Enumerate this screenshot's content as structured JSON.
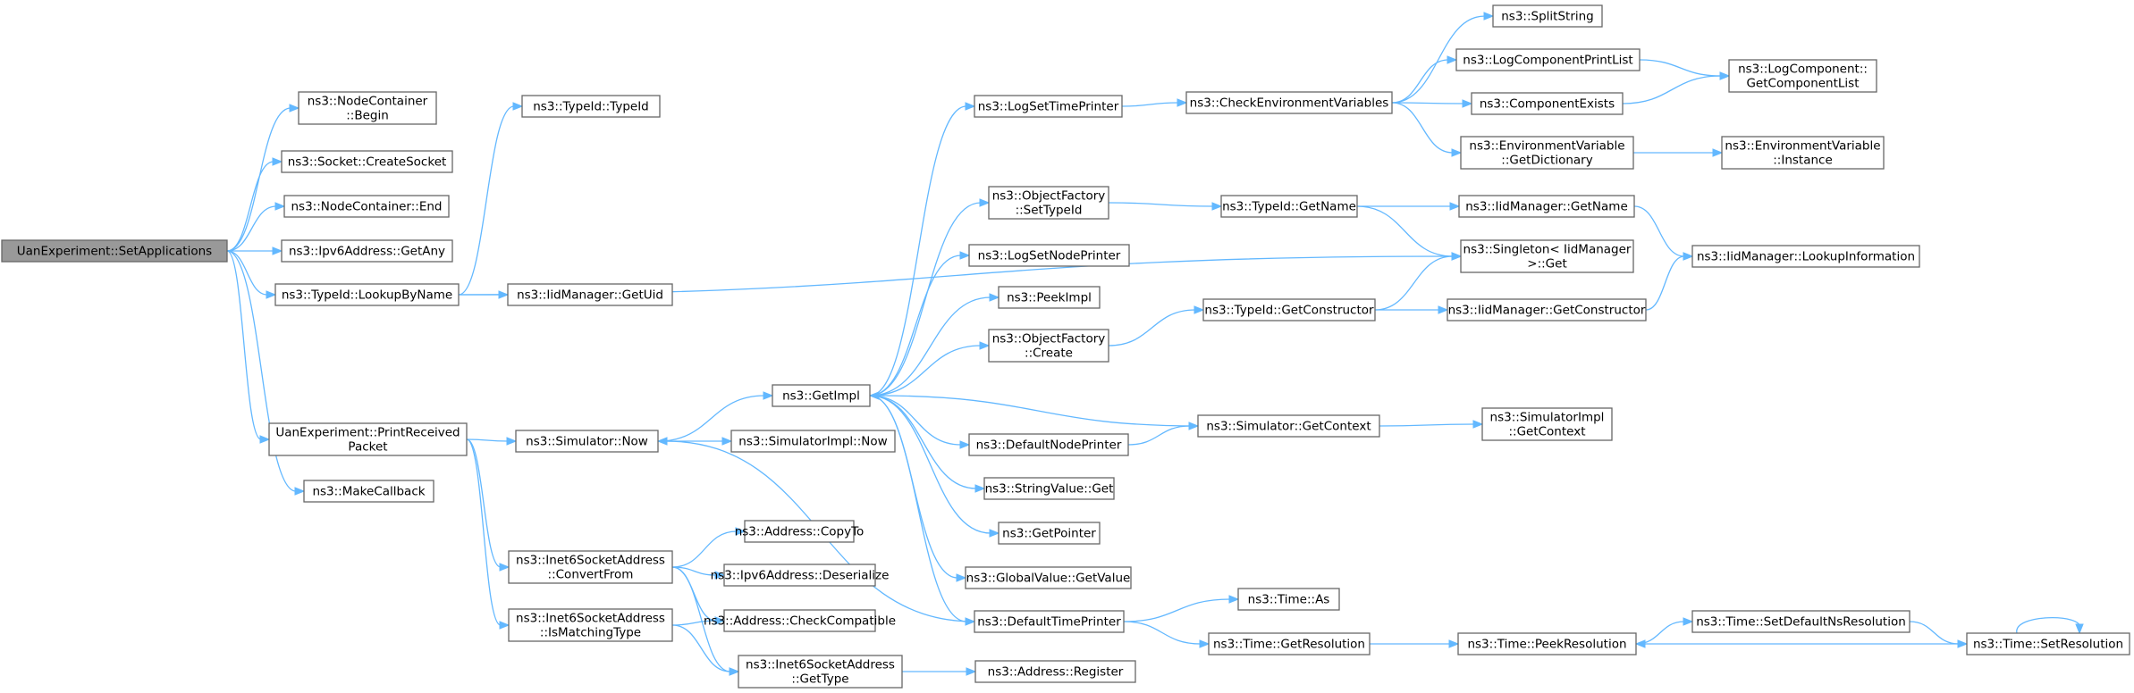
{
  "diagram": {
    "type": "call-graph",
    "colors": {
      "edge": "#63b8ff",
      "node_border": "#666666",
      "root_fill": "#999999",
      "node_fill": "#ffffff"
    },
    "nodes": [
      {
        "id": "root",
        "lines": [
          "UanExperiment::SetApplications"
        ]
      },
      {
        "id": "ncbegin",
        "lines": [
          "ns3::NodeContainer",
          "::Begin"
        ]
      },
      {
        "id": "createsocket",
        "lines": [
          "ns3::Socket::CreateSocket"
        ]
      },
      {
        "id": "ncend",
        "lines": [
          "ns3::NodeContainer::End"
        ]
      },
      {
        "id": "ipv6any",
        "lines": [
          "ns3::Ipv6Address::GetAny"
        ]
      },
      {
        "id": "lookupbyname",
        "lines": [
          "ns3::TypeId::LookupByName"
        ]
      },
      {
        "id": "typeidctor",
        "lines": [
          "ns3::TypeId::TypeId"
        ]
      },
      {
        "id": "getuid",
        "lines": [
          "ns3::IidManager::GetUid"
        ]
      },
      {
        "id": "printreceived",
        "lines": [
          "UanExperiment::PrintReceived",
          "Packet"
        ]
      },
      {
        "id": "makecallback",
        "lines": [
          "ns3::MakeCallback"
        ]
      },
      {
        "id": "simnow",
        "lines": [
          "ns3::Simulator::Now"
        ]
      },
      {
        "id": "simimplnow",
        "lines": [
          "ns3::SimulatorImpl::Now"
        ]
      },
      {
        "id": "getimpl",
        "lines": [
          "ns3::GetImpl"
        ]
      },
      {
        "id": "convertfrom",
        "lines": [
          "ns3::Inet6SocketAddress",
          "::ConvertFrom"
        ]
      },
      {
        "id": "ismatching",
        "lines": [
          "ns3::Inet6SocketAddress",
          "::IsMatchingType"
        ]
      },
      {
        "id": "copyto",
        "lines": [
          "ns3::Address::CopyTo"
        ]
      },
      {
        "id": "deserialize",
        "lines": [
          "ns3::Ipv6Address::Deserialize"
        ]
      },
      {
        "id": "checkcompat",
        "lines": [
          "ns3::Address::CheckCompatible"
        ]
      },
      {
        "id": "gettype",
        "lines": [
          "ns3::Inet6SocketAddress",
          "::GetType"
        ]
      },
      {
        "id": "register",
        "lines": [
          "ns3::Address::Register"
        ]
      },
      {
        "id": "logsettimeprinter",
        "lines": [
          "ns3::LogSetTimePrinter"
        ]
      },
      {
        "id": "ofsettypeid",
        "lines": [
          "ns3::ObjectFactory",
          "::SetTypeId"
        ]
      },
      {
        "id": "logsetnodeprinter",
        "lines": [
          "ns3::LogSetNodePrinter"
        ]
      },
      {
        "id": "peekimpl",
        "lines": [
          "ns3::PeekImpl"
        ]
      },
      {
        "id": "ofcreate",
        "lines": [
          "ns3::ObjectFactory",
          "::Create"
        ]
      },
      {
        "id": "defaultnodeprinter",
        "lines": [
          "ns3::DefaultNodePrinter"
        ]
      },
      {
        "id": "stringvalueget",
        "lines": [
          "ns3::StringValue::Get"
        ]
      },
      {
        "id": "getpointer",
        "lines": [
          "ns3::GetPointer"
        ]
      },
      {
        "id": "globalvalueget",
        "lines": [
          "ns3::GlobalValue::GetValue"
        ]
      },
      {
        "id": "defaulttimeprinter",
        "lines": [
          "ns3::DefaultTimePrinter"
        ]
      },
      {
        "id": "checkenv",
        "lines": [
          "ns3::CheckEnvironmentVariables"
        ]
      },
      {
        "id": "typeidgetname",
        "lines": [
          "ns3::TypeId::GetName"
        ]
      },
      {
        "id": "typeidgetctor",
        "lines": [
          "ns3::TypeId::GetConstructor"
        ]
      },
      {
        "id": "simgetcontext",
        "lines": [
          "ns3::Simulator::GetContext"
        ]
      },
      {
        "id": "timeas",
        "lines": [
          "ns3::Time::As"
        ]
      },
      {
        "id": "timegetres",
        "lines": [
          "ns3::Time::GetResolution"
        ]
      },
      {
        "id": "splitstring",
        "lines": [
          "ns3::SplitString"
        ]
      },
      {
        "id": "logcompprintlist",
        "lines": [
          "ns3::LogComponentPrintList"
        ]
      },
      {
        "id": "componentexists",
        "lines": [
          "ns3::ComponentExists"
        ]
      },
      {
        "id": "envgetdict",
        "lines": [
          "ns3::EnvironmentVariable",
          "::GetDictionary"
        ]
      },
      {
        "id": "iidgetname",
        "lines": [
          "ns3::IidManager::GetName"
        ]
      },
      {
        "id": "singletonget",
        "lines": [
          "ns3::Singleton< IidManager",
          ">::Get"
        ]
      },
      {
        "id": "iidgetctor",
        "lines": [
          "ns3::IidManager::GetConstructor"
        ]
      },
      {
        "id": "simimplgetcontext",
        "lines": [
          "ns3::SimulatorImpl",
          "::GetContext"
        ]
      },
      {
        "id": "peekresolution",
        "lines": [
          "ns3::Time::PeekResolution"
        ]
      },
      {
        "id": "setdefaultns",
        "lines": [
          "ns3::Time::SetDefaultNsResolution"
        ]
      },
      {
        "id": "setresolution",
        "lines": [
          "ns3::Time::SetResolution"
        ]
      },
      {
        "id": "getcomplist",
        "lines": [
          "ns3::LogComponent::",
          "GetComponentList"
        ]
      },
      {
        "id": "envinstance",
        "lines": [
          "ns3::EnvironmentVariable",
          "::Instance"
        ]
      },
      {
        "id": "lookupinfo",
        "lines": [
          "ns3::IidManager::LookupInformation"
        ]
      }
    ],
    "edges": [
      [
        "root",
        "ncbegin"
      ],
      [
        "root",
        "createsocket"
      ],
      [
        "root",
        "ncend"
      ],
      [
        "root",
        "ipv6any"
      ],
      [
        "root",
        "lookupbyname"
      ],
      [
        "root",
        "printreceived"
      ],
      [
        "root",
        "makecallback"
      ],
      [
        "lookupbyname",
        "typeidctor"
      ],
      [
        "lookupbyname",
        "getuid"
      ],
      [
        "lookupbyname",
        "singletonget"
      ],
      [
        "printreceived",
        "simnow"
      ],
      [
        "printreceived",
        "convertfrom"
      ],
      [
        "printreceived",
        "ismatching"
      ],
      [
        "simnow",
        "getimpl"
      ],
      [
        "simnow",
        "simimplnow"
      ],
      [
        "getimpl",
        "logsettimeprinter"
      ],
      [
        "getimpl",
        "ofsettypeid"
      ],
      [
        "getimpl",
        "logsetnodeprinter"
      ],
      [
        "getimpl",
        "peekimpl"
      ],
      [
        "getimpl",
        "ofcreate"
      ],
      [
        "getimpl",
        "defaultnodeprinter"
      ],
      [
        "getimpl",
        "stringvalueget"
      ],
      [
        "getimpl",
        "getpointer"
      ],
      [
        "getimpl",
        "globalvalueget"
      ],
      [
        "getimpl",
        "defaulttimeprinter"
      ],
      [
        "convertfrom",
        "copyto"
      ],
      [
        "convertfrom",
        "deserialize"
      ],
      [
        "convertfrom",
        "checkcompat"
      ],
      [
        "convertfrom",
        "gettype"
      ],
      [
        "ismatching",
        "checkcompat"
      ],
      [
        "ismatching",
        "gettype"
      ],
      [
        "gettype",
        "register"
      ],
      [
        "logsettimeprinter",
        "checkenv"
      ],
      [
        "checkenv",
        "splitstring"
      ],
      [
        "checkenv",
        "logcompprintlist"
      ],
      [
        "checkenv",
        "componentexists"
      ],
      [
        "checkenv",
        "envgetdict"
      ],
      [
        "logcompprintlist",
        "getcomplist"
      ],
      [
        "componentexists",
        "getcomplist"
      ],
      [
        "envgetdict",
        "envinstance"
      ],
      [
        "ofsettypeid",
        "typeidgetname"
      ],
      [
        "typeidgetname",
        "iidgetname"
      ],
      [
        "typeidgetname",
        "singletonget"
      ],
      [
        "iidgetname",
        "lookupinfo"
      ],
      [
        "ofcreate",
        "typeidgetctor"
      ],
      [
        "typeidgetctor",
        "singletonget"
      ],
      [
        "typeidgetctor",
        "iidgetctor"
      ],
      [
        "iidgetctor",
        "lookupinfo"
      ],
      [
        "defaultnodeprinter",
        "simgetcontext"
      ],
      [
        "simgetcontext",
        "getimpl"
      ],
      [
        "simgetcontext",
        "simimplgetcontext"
      ],
      [
        "defaulttimeprinter",
        "simnow"
      ],
      [
        "defaulttimeprinter",
        "timeas"
      ],
      [
        "defaulttimeprinter",
        "timegetres"
      ],
      [
        "timegetres",
        "peekresolution"
      ],
      [
        "peekresolution",
        "setdefaultns"
      ],
      [
        "setdefaultns",
        "setresolution"
      ],
      [
        "setresolution",
        "peekresolution"
      ],
      [
        "setresolution",
        "setresolution"
      ]
    ]
  }
}
